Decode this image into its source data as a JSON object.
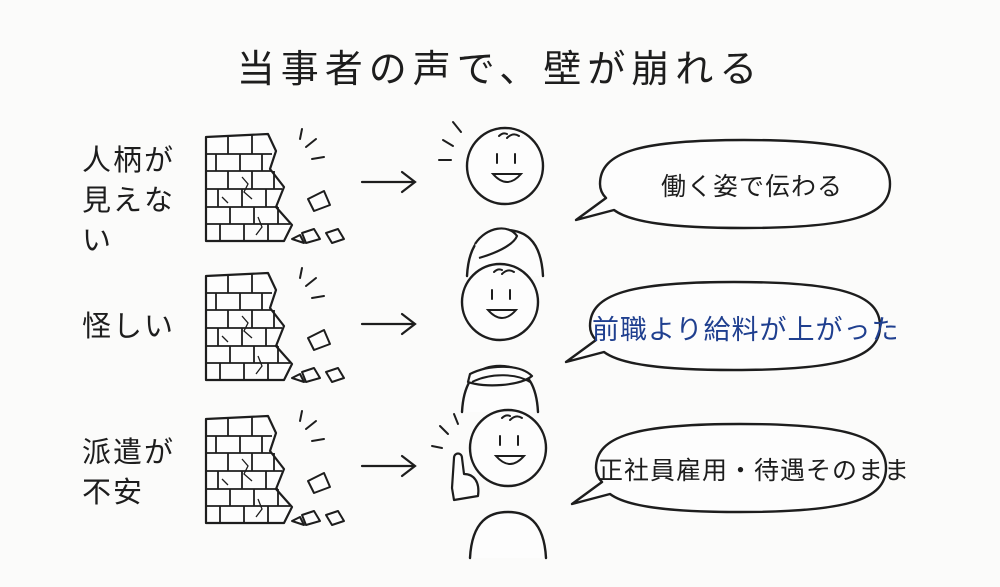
{
  "title": "当事者の声で、壁が崩れる",
  "rows": [
    {
      "label_lines": [
        "人柄が",
        "見えない"
      ],
      "voice": "働く姿で伝わる",
      "highlighted": false
    },
    {
      "label_lines": [
        "怪しい"
      ],
      "voice": "前職より給料が上がった",
      "highlighted": true
    },
    {
      "label_lines": [
        "派遣が",
        "不安"
      ],
      "voice": "正社員雇用・待遇そのまま",
      "highlighted": false
    }
  ],
  "colors": {
    "ink": "#1d1d1d",
    "highlight_text": "#1f3f8f",
    "background": "#fbfbfa"
  },
  "icons": [
    "brick-wall-icon",
    "arrow-right-icon",
    "person-icon",
    "speech-bubble-icon"
  ]
}
